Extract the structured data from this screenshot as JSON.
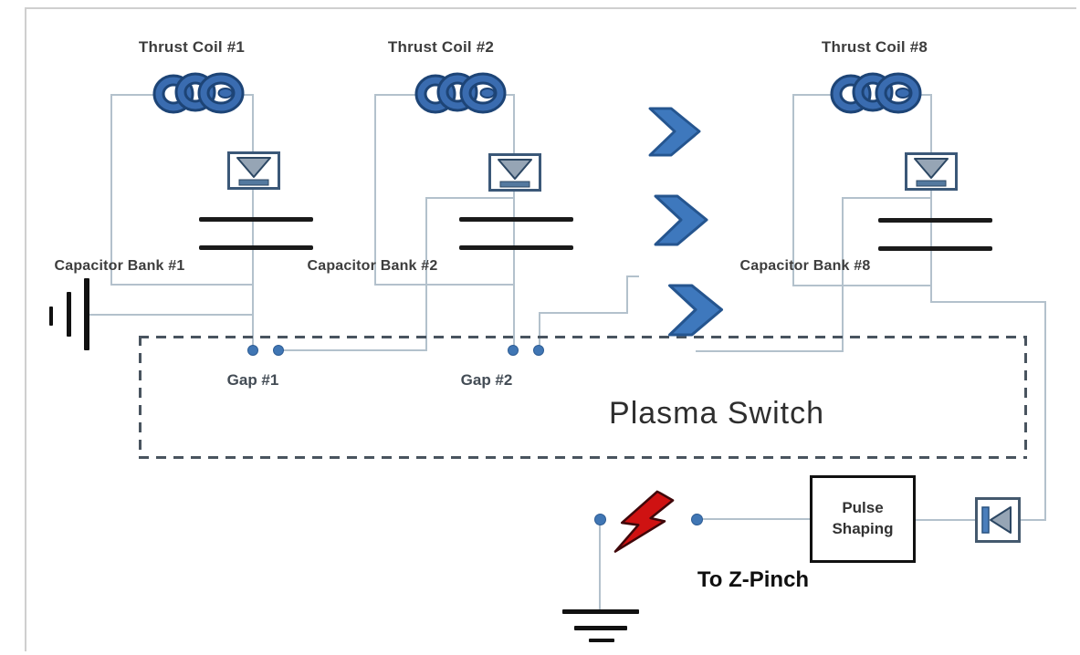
{
  "figure": {
    "stages": [
      {
        "coil_label": "Thrust Coil #1",
        "bank_label": "Capacitor Bank #1"
      },
      {
        "coil_label": "Thrust Coil #2",
        "bank_label": "Capacitor Bank #2"
      },
      {
        "coil_label": "Thrust Coil #8",
        "bank_label": "Capacitor Bank #8"
      }
    ],
    "gaps": [
      {
        "label": "Gap #1"
      },
      {
        "label": "Gap #2"
      }
    ],
    "plasma_switch": {
      "label": "Plasma Switch"
    },
    "pulse_shaping": {
      "label_line1": "Pulse",
      "label_line2": "Shaping"
    },
    "output": {
      "label": "To Z-Pinch"
    },
    "icons": [
      "coil-icon",
      "diode-down-icon",
      "capacitor-icon",
      "battery-icon",
      "spark-gap-dot",
      "chevron-right-icon",
      "diode-left-icon",
      "lightning-icon",
      "ground-icon"
    ],
    "colors": {
      "accent_blue": "#3e74b5",
      "chevron_blue": "#3e78bd",
      "wire_gray": "#b3c1cc",
      "bolt_red": "#cf1212",
      "dash_gray": "#49545f",
      "text_dark": "#3d3d3d"
    }
  }
}
